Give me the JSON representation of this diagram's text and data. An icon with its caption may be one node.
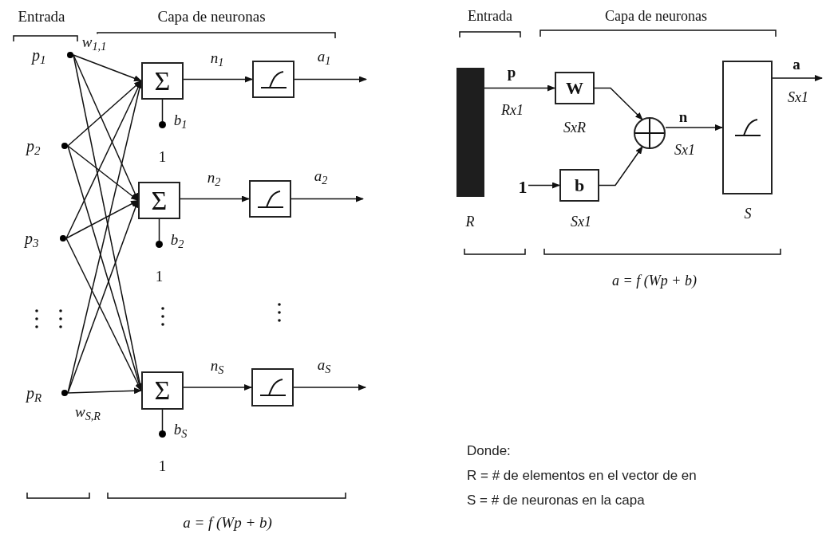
{
  "diagram": {
    "nodes": [
      {
        "text": [
          "p$_{1}$"
        ]
      },
      {
        "text": [
          "p$_{2}$"
        ]
      },
      {
        "text": [
          "p$_{3}$"
        ]
      },
      {
        "text": [
          "p$_{R}$"
        ]
      },
      {
        "text": [
          "Σ"
        ]
      },
      {
        "text": [
          "Σ"
        ]
      },
      {
        "text": [
          "Σ"
        ]
      },
      {
        "text": [],
        "shape": "box"
      },
      {
        "text": [],
        "shape": "box"
      },
      {
        "text": [],
        "shape": "box"
      },
      {
        "text": [
          "1"
        ]
      },
      {
        "text": [
          "1"
        ]
      },
      {
        "text": [
          "1"
        ]
      },
      {
        "text": [],
        "shape": "bar",
        "beside": [
          "R"
        ]
      },
      {
        "text": [
          "W"
        ],
        "beside": [
          "SxR"
        ]
      },
      {
        "text": [
          "1"
        ]
      },
      {
        "text": [
          "b"
        ],
        "beside": [
          "Sx1"
        ]
      },
      {
        "text": [],
        "shape": "circle"
      },
      {
        "text": [],
        "shape": "box",
        "beside": [
          "S"
        ]
      }
    ],
    "edges": [
      {
        "from": 0,
        "to": 4,
        "arrow": "to",
        "label": "w$_{1,1}$"
      },
      {
        "from": 0,
        "to": 5,
        "arrow": "to"
      },
      {
        "from": 0,
        "to": 6,
        "arrow": "to"
      },
      {
        "from": 1,
        "to": 4,
        "arrow": "to"
      },
      {
        "from": 1,
        "to": 5,
        "arrow": "to"
      },
      {
        "from": 1,
        "to": 6,
        "arrow": "to"
      },
      {
        "from": 2,
        "to": 4,
        "arrow": "to"
      },
      {
        "from": 2,
        "to": 5,
        "arrow": "to"
      },
      {
        "from": 2,
        "to": 6,
        "arrow": "to"
      },
      {
        "from": 3,
        "to": 4,
        "arrow": "to"
      },
      {
        "from": 3,
        "to": 5,
        "arrow": "to"
      },
      {
        "from": 3,
        "to": 6,
        "arrow": "to",
        "label": "w$_{S,R}$"
      },
      {
        "from": 10,
        "to": 4,
        "arrow": "none",
        "label": "b$_{1}$"
      },
      {
        "from": 11,
        "to": 5,
        "arrow": "none",
        "label": "b$_{2}$"
      },
      {
        "from": 12,
        "to": 6,
        "arrow": "none",
        "label": "b$_{S}$"
      },
      {
        "from": 4,
        "to": 7,
        "arrow": "to",
        "label": "n$_{1}$"
      },
      {
        "from": 5,
        "to": 8,
        "arrow": "to",
        "label": "n$_{2}$"
      },
      {
        "from": 6,
        "to": 9,
        "arrow": "to",
        "label": "n$_{S}$"
      },
      {
        "from": 7,
        "to": null,
        "arrow": "to",
        "label": "a$_{1}$"
      },
      {
        "from": 8,
        "to": null,
        "arrow": "to",
        "label": "a$_{2}$"
      },
      {
        "from": 9,
        "to": null,
        "arrow": "to",
        "label": "a$_{S}$"
      },
      {
        "from": 13,
        "to": 14,
        "arrow": "to",
        "label": "p"
      },
      {
        "from": 15,
        "to": 16,
        "arrow": "to"
      },
      {
        "from": 14,
        "to": 17,
        "arrow": "to"
      },
      {
        "from": 16,
        "to": 17,
        "arrow": "to"
      },
      {
        "from": 17,
        "to": 18,
        "arrow": "to",
        "label": "n"
      },
      {
        "from": 18,
        "to": null,
        "arrow": "to",
        "label": "a"
      }
    ],
    "labels": [
      "Entrada",
      "Capa de neuronas",
      "a = f (Wp + b)",
      "Entrada",
      "Capa de neuronas",
      "Rx1",
      "Sx1",
      "Sx1",
      "a = f (Wp + b)",
      "Donde:",
      "R = # de elementos en el vector de en",
      "S = # de neuronas en la capa"
    ]
  }
}
